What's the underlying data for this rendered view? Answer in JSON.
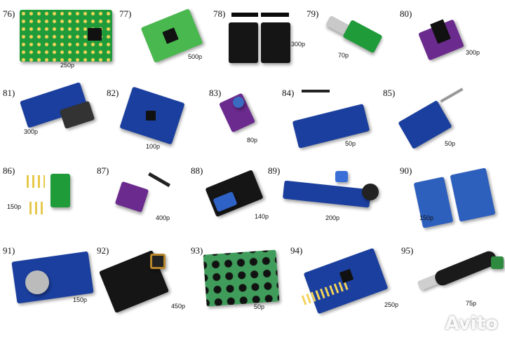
{
  "items": [
    {
      "num": "76)",
      "price": "250p"
    },
    {
      "num": "77)",
      "price": "500p"
    },
    {
      "num": "78)",
      "price": "300p"
    },
    {
      "num": "79)",
      "price": "70p"
    },
    {
      "num": "80)",
      "price": "300p"
    },
    {
      "num": "81)",
      "price": "300p"
    },
    {
      "num": "82)",
      "price": "100p"
    },
    {
      "num": "83)",
      "price": "80p"
    },
    {
      "num": "84)",
      "price": "50p"
    },
    {
      "num": "85)",
      "price": "50p"
    },
    {
      "num": "86)",
      "price": "150p"
    },
    {
      "num": "87)",
      "price": "400p"
    },
    {
      "num": "88)",
      "price": "140p"
    },
    {
      "num": "89)",
      "price": "200p"
    },
    {
      "num": "90)",
      "price": "150p"
    },
    {
      "num": "91)",
      "price": "150p"
    },
    {
      "num": "92)",
      "price": "450p"
    },
    {
      "num": "93)",
      "price": "50p"
    },
    {
      "num": "94)",
      "price": "250p"
    },
    {
      "num": "95)",
      "price": "75p"
    }
  ],
  "watermark": "Avito"
}
